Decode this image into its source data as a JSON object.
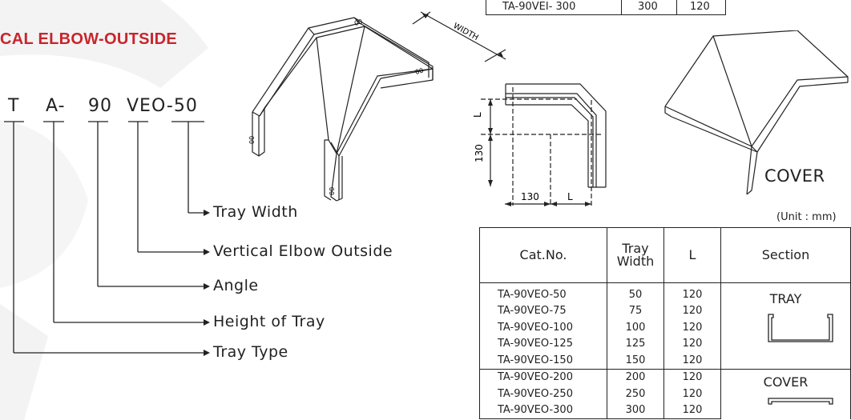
{
  "heading": {
    "text": "CAL ELBOW-OUTSIDE",
    "color": "#c8252c"
  },
  "code_parts": [
    "T",
    "A-",
    "90",
    "VEO-50"
  ],
  "legend": [
    "Tray Width",
    "Vertical Elbow Outside",
    "Angle",
    "Height of Tray",
    "Tray Type"
  ],
  "drawing": {
    "width_label": "WIDTH",
    "tray_marks": [
      "00",
      "00",
      "00",
      "00"
    ],
    "dims": {
      "L_side": "L",
      "side_130": "130",
      "bottom_130": "130",
      "bottom_L": "L"
    },
    "cover_label": "COVER"
  },
  "top_table": {
    "cat": "TA-90VEI- 300",
    "width": "300",
    "L": "120"
  },
  "unit_note": "(Unit : mm)",
  "table": {
    "headers": {
      "cat": "Cat.No.",
      "width_line1": "Tray",
      "width_line2": "Width",
      "L": "L",
      "section": "Section"
    },
    "rows": [
      {
        "cat": "TA-90VEO-50",
        "width": "50",
        "L": "120"
      },
      {
        "cat": "TA-90VEO-75",
        "width": "75",
        "L": "120"
      },
      {
        "cat": "TA-90VEO-100",
        "width": "100",
        "L": "120"
      },
      {
        "cat": "TA-90VEO-125",
        "width": "125",
        "L": "120"
      },
      {
        "cat": "TA-90VEO-150",
        "width": "150",
        "L": "120"
      },
      {
        "cat": "TA-90VEO-200",
        "width": "200",
        "L": "120"
      },
      {
        "cat": "TA-90VEO-250",
        "width": "250",
        "L": "120"
      },
      {
        "cat": "TA-90VEO-300",
        "width": "300",
        "L": "120"
      }
    ],
    "section_tray": "TRAY",
    "section_cover": "COVER"
  }
}
